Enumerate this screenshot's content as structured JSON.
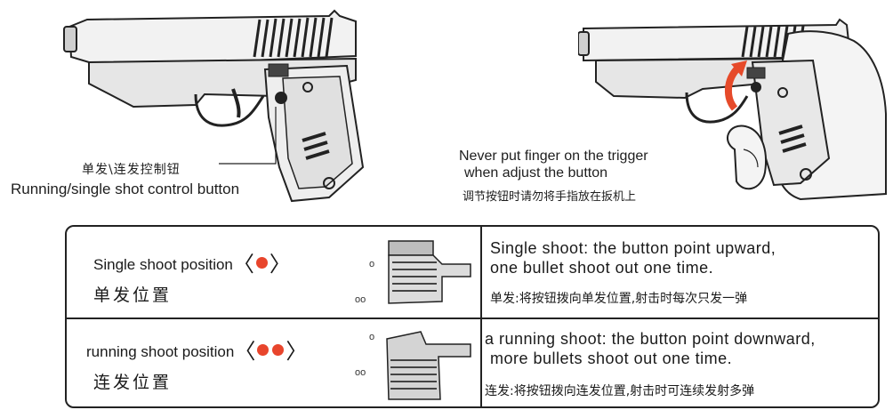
{
  "left_figure": {
    "caption_cn": "单发\\连发控制钮",
    "caption_en": "Running/single shot control  button"
  },
  "right_figure": {
    "warning_en_line1": "Never  put  finger on the trigger",
    "warning_en_line2": "when adjust the button",
    "warning_cn": "调节按钮时请勿将手指放在扳机上"
  },
  "table": {
    "rows": [
      {
        "position_label": "Single  shoot position",
        "dots": 1,
        "position_cn": "单发位置",
        "mark_top": "o",
        "mark_bottom": "oo",
        "desc_en_line1": "Single  shoot:  the  button  point  upward,",
        "desc_en_line2": "one  bullet  shoot  out  one  time.",
        "desc_cn": "单发:将按钮拨向单发位置,射击时每次只发一弹"
      },
      {
        "position_label": "running shoot position",
        "dots": 2,
        "position_cn": "连发位置",
        "mark_top": "o",
        "mark_bottom": "oo",
        "desc_en_line1": "a  running  shoot:  the  button  point  downward,",
        "desc_en_line2": "more  bullets  shoot  out  one  time.",
        "desc_cn": "连发:将按钮拨向连发位置,射击时可连续发射多弹"
      }
    ]
  },
  "colors": {
    "dot": "#e8452c",
    "arrow": "#e64a2a",
    "line": "#222222"
  }
}
